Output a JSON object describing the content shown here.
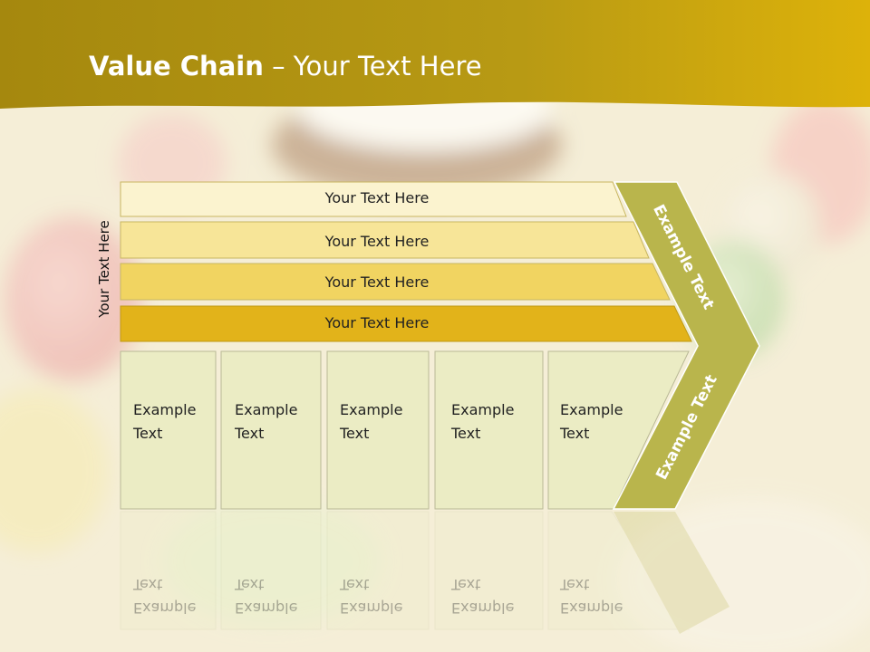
{
  "slide": {
    "title_bold": "Value Chain",
    "title_rest": " – Your Text Here",
    "side_label": "Your Text Here"
  },
  "bars": [
    {
      "label": "Your Text Here",
      "color": "#fbf3cf"
    },
    {
      "label": "Your Text Here",
      "color": "#f7e598"
    },
    {
      "label": "Your Text Here",
      "color": "#f1d461"
    },
    {
      "label": "Your Text Here",
      "color": "#e2b31a"
    }
  ],
  "boxes": [
    {
      "line1": "Example",
      "line2": "Text"
    },
    {
      "line1": "Example",
      "line2": "Text"
    },
    {
      "line1": "Example",
      "line2": "Text"
    },
    {
      "line1": "Example",
      "line2": "Text"
    },
    {
      "line1": "Example",
      "line2": "Text"
    }
  ],
  "chevron": {
    "top_label": "Example Text",
    "bottom_label": "Example Text",
    "color": "#b9b54c"
  },
  "colors": {
    "header": "#b89a14",
    "box_fill": "#ebecc4",
    "title_text": "#ffffff"
  }
}
